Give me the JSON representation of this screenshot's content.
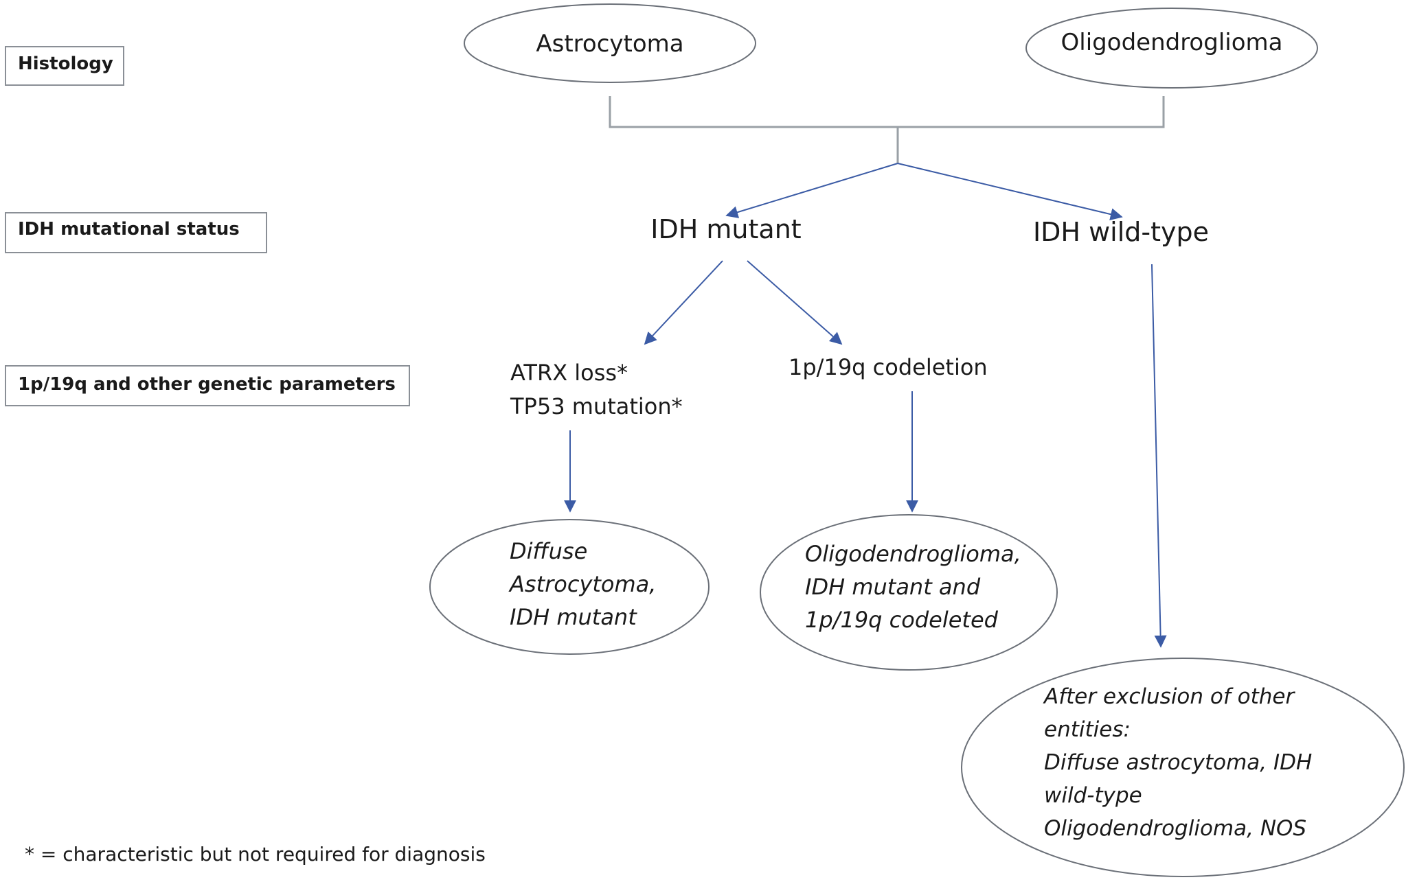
{
  "row_labels": {
    "histology": "Histology",
    "idh_status": "IDH mutational status",
    "genetic": "1p/19q and other genetic parameters"
  },
  "histology_nodes": {
    "astrocytoma": "Astrocytoma",
    "oligodendroglioma": "Oligodendroglioma"
  },
  "idh_nodes": {
    "mutant": "IDH mutant",
    "wild_type": "IDH wild-type"
  },
  "genetic_nodes": {
    "atrx_loss": "ATRX loss*",
    "tp53_mutation": "TP53 mutation*",
    "codeletion": "1p/19q codeletion"
  },
  "outcomes": {
    "diffuse_astro": [
      "Diffuse",
      "Astrocytoma,",
      "IDH mutant"
    ],
    "oligo_codeleted": [
      "Oligodendroglioma,",
      "IDH mutant and",
      "1p/19q codeleted"
    ],
    "after_exclusion": [
      "After exclusion of other",
      "entities:",
      "Diffuse astrocytoma, IDH",
      "wild-type",
      "Oligodendroglioma, NOS"
    ]
  },
  "footnote": "* = characteristic but not required for diagnosis",
  "colors": {
    "box_stroke": "#8a8f96",
    "ellipse_stroke": "#6b7078",
    "connector": "#9aa0a6",
    "arrow": "#3b5ba5",
    "text": "#1a1a1a"
  }
}
